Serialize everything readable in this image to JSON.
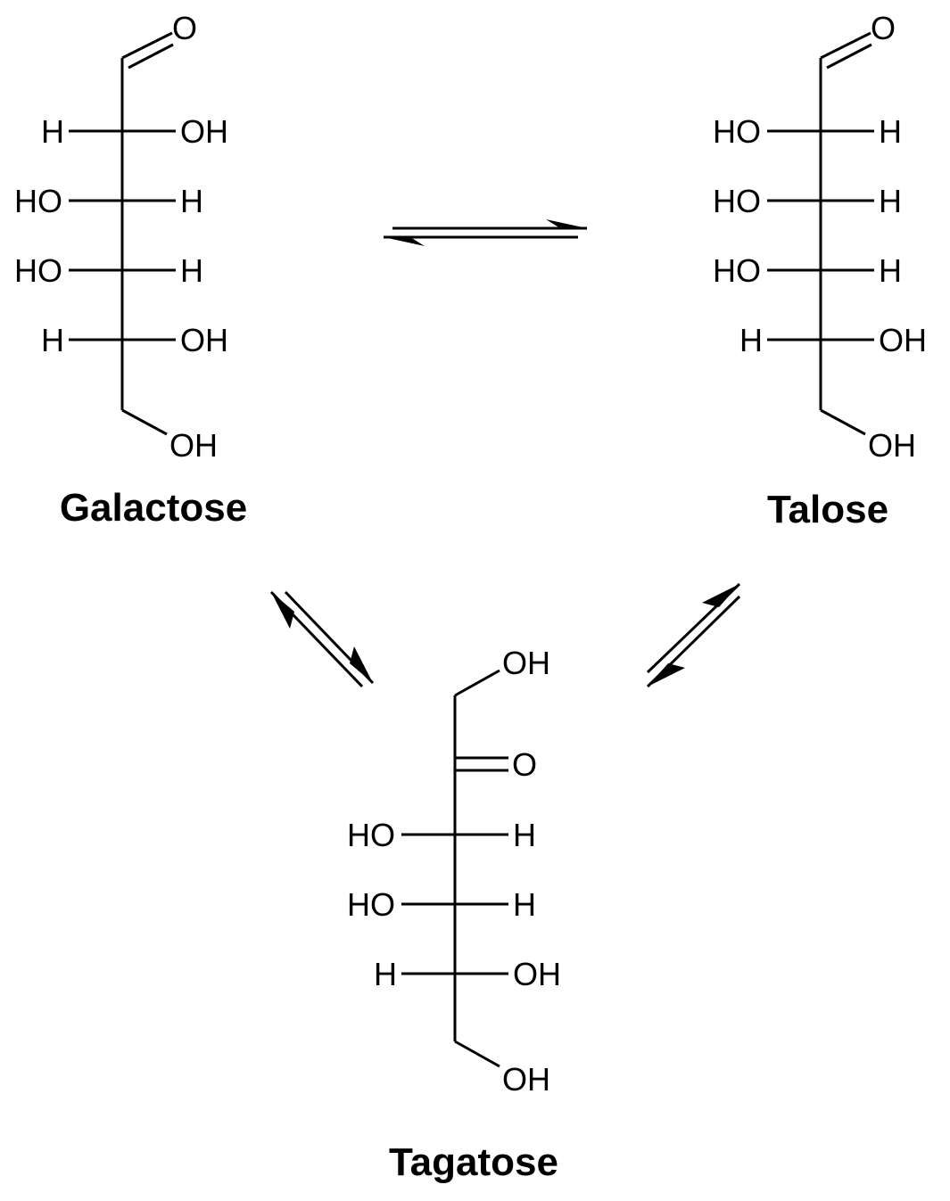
{
  "galactose": {
    "name": "Galactose",
    "carbonyl_o": "O",
    "rows": [
      {
        "left": "H",
        "right": "OH"
      },
      {
        "left": "HO",
        "right": "H"
      },
      {
        "left": "HO",
        "right": "H"
      },
      {
        "left": "H",
        "right": "OH"
      }
    ],
    "terminal": "OH"
  },
  "talose": {
    "name": "Talose",
    "carbonyl_o": "O",
    "rows": [
      {
        "left": "HO",
        "right": "H"
      },
      {
        "left": "HO",
        "right": "H"
      },
      {
        "left": "HO",
        "right": "H"
      },
      {
        "left": "H",
        "right": "OH"
      }
    ],
    "terminal": "OH"
  },
  "tagatose": {
    "name": "Tagatose",
    "top": "OH",
    "keto_o": "O",
    "rows": [
      {
        "left": "HO",
        "right": "H"
      },
      {
        "left": "HO",
        "right": "H"
      },
      {
        "left": "H",
        "right": "OH"
      }
    ],
    "terminal": "OH"
  }
}
